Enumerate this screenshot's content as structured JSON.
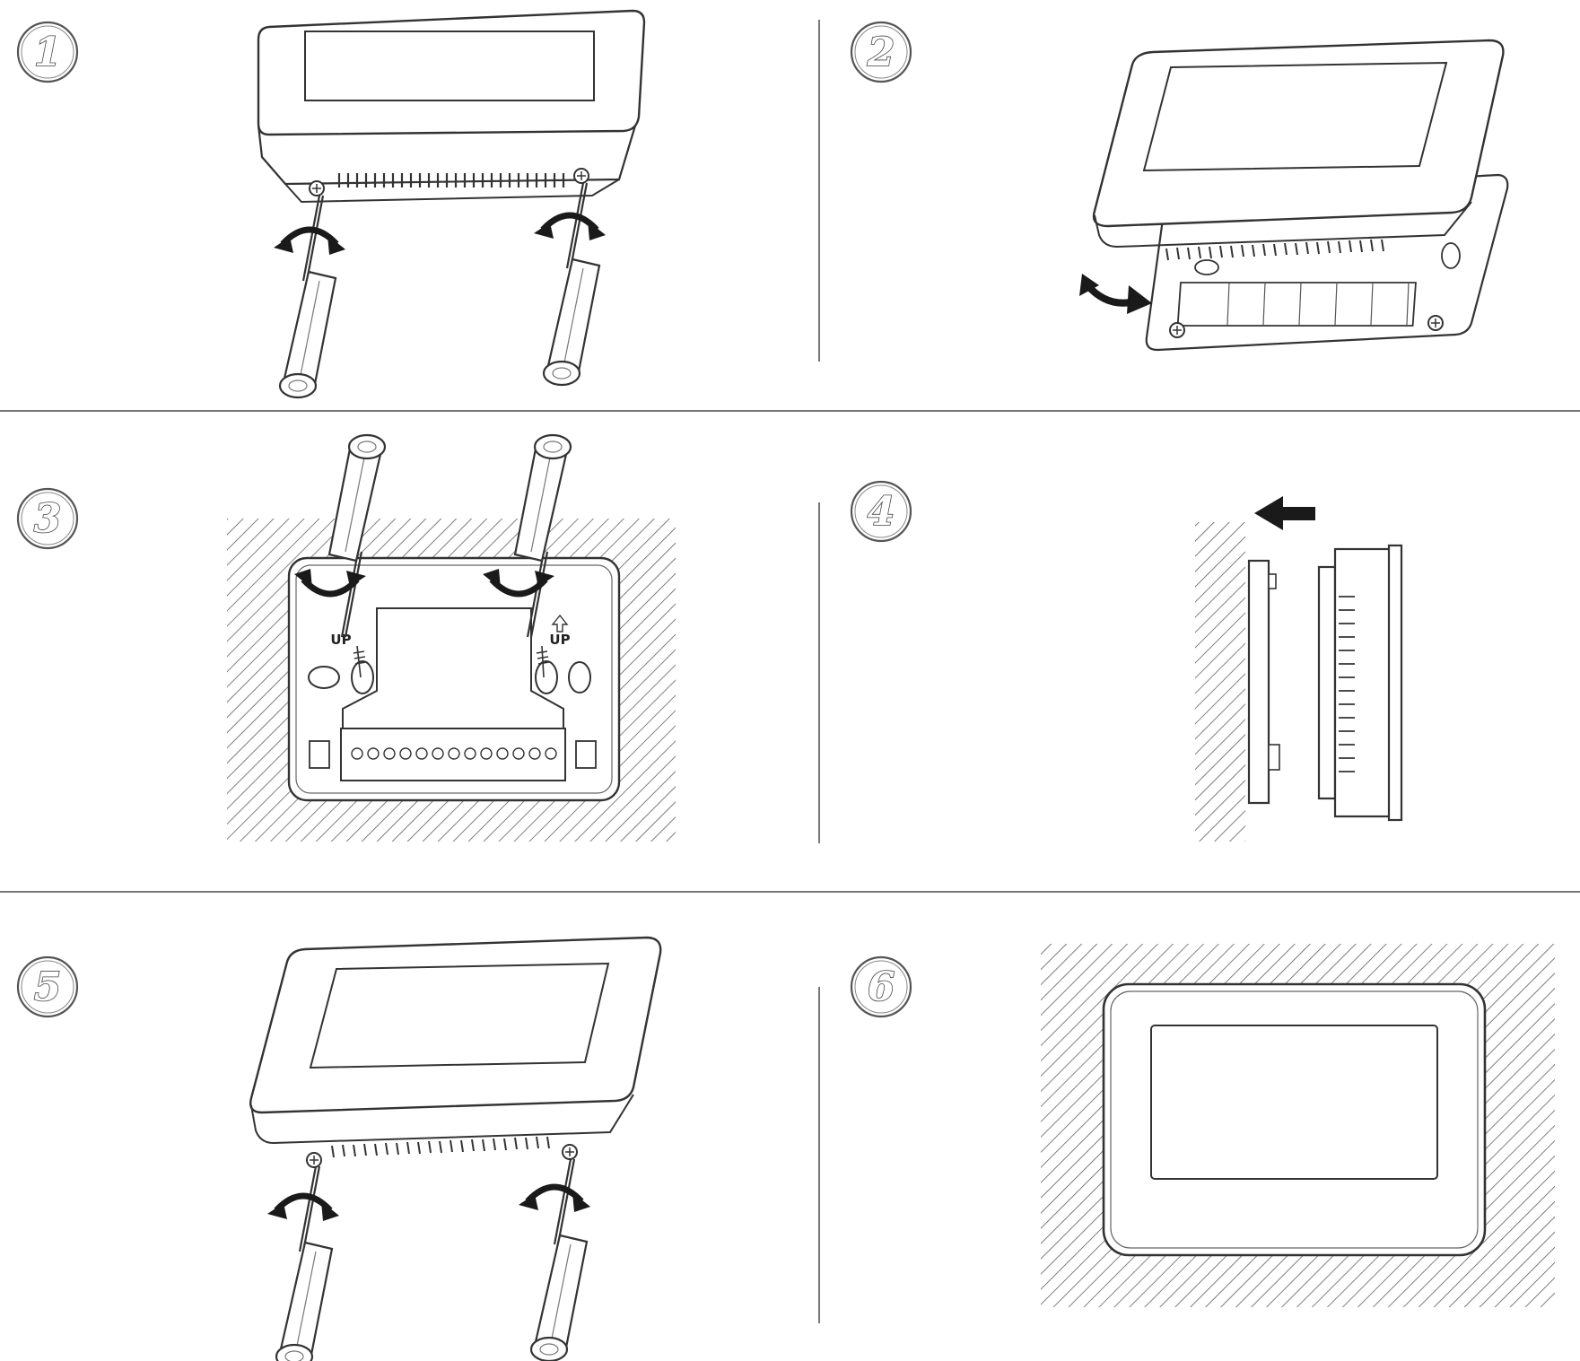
{
  "steps": [
    {
      "number": "1"
    },
    {
      "number": "2"
    },
    {
      "number": "3"
    },
    {
      "number": "4"
    },
    {
      "number": "5"
    },
    {
      "number": "6"
    }
  ],
  "wall_plate": {
    "up_label_left": "UP",
    "up_label_right": "UP"
  },
  "colors": {
    "line": "#333333",
    "divider": "#777777",
    "hatch": "#555555",
    "arrow": "#1a1a1a"
  }
}
